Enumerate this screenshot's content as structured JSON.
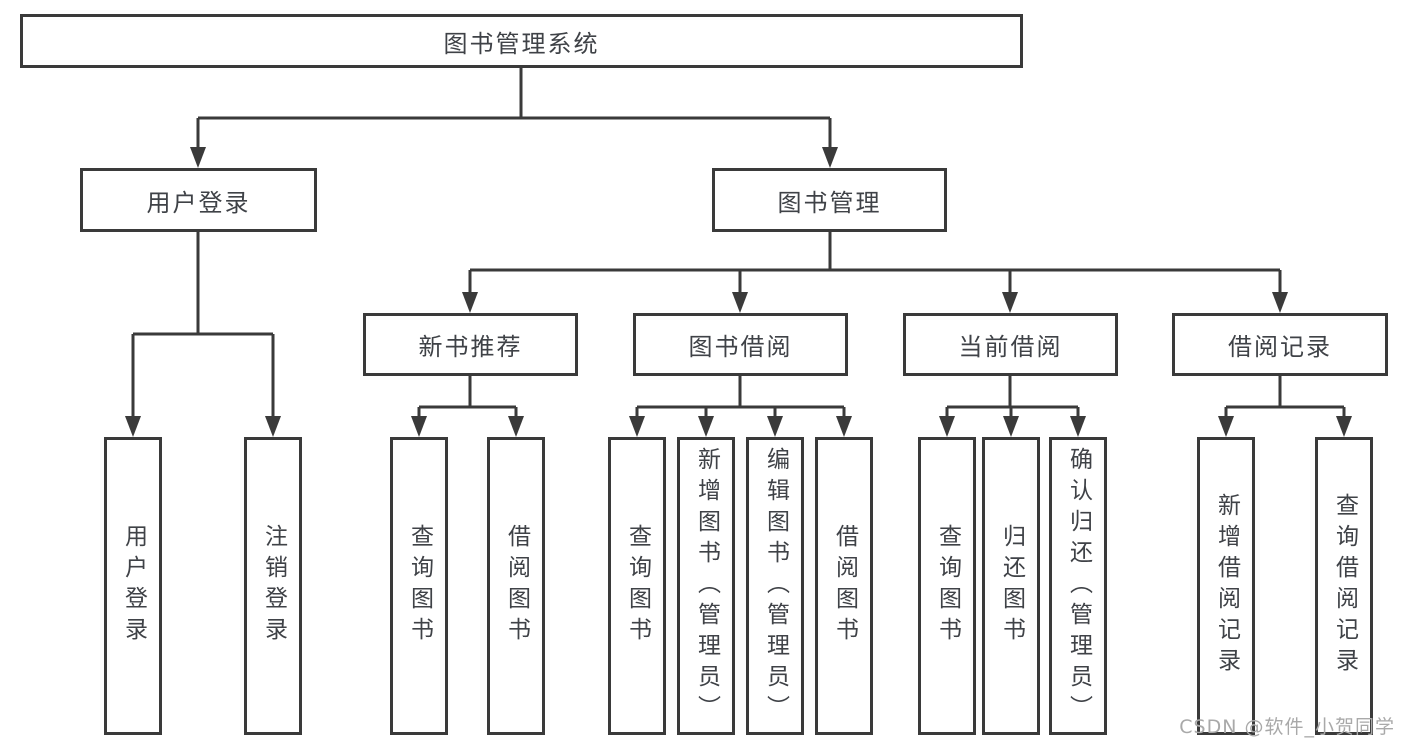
{
  "colors": {
    "line": "#3a3a3a",
    "box_border": "#3a3a3a",
    "text": "#3f4247",
    "watermark": "#a9a9a9",
    "background": "#ffffff"
  },
  "diagram": {
    "root": {
      "label": "图书管理系统"
    },
    "level1": [
      {
        "label": "用户登录"
      },
      {
        "label": "图书管理"
      }
    ],
    "level2": [
      {
        "label": "新书推荐"
      },
      {
        "label": "图书借阅"
      },
      {
        "label": "当前借阅"
      },
      {
        "label": "借阅记录"
      }
    ],
    "leaves": [
      {
        "label": "用户登录"
      },
      {
        "label": "注销登录"
      },
      {
        "label": "查询图书"
      },
      {
        "label": "借阅图书"
      },
      {
        "label": "查询图书"
      },
      {
        "label": "新增图书（管理员）"
      },
      {
        "label": "编辑图书（管理员）"
      },
      {
        "label": "借阅图书"
      },
      {
        "label": "查询图书"
      },
      {
        "label": "归还图书"
      },
      {
        "label": "确认归还（管理员）"
      },
      {
        "label": "新增借阅记录"
      },
      {
        "label": "查询借阅记录"
      }
    ]
  },
  "watermark": {
    "text": "CSDN @软件_小贺同学"
  }
}
